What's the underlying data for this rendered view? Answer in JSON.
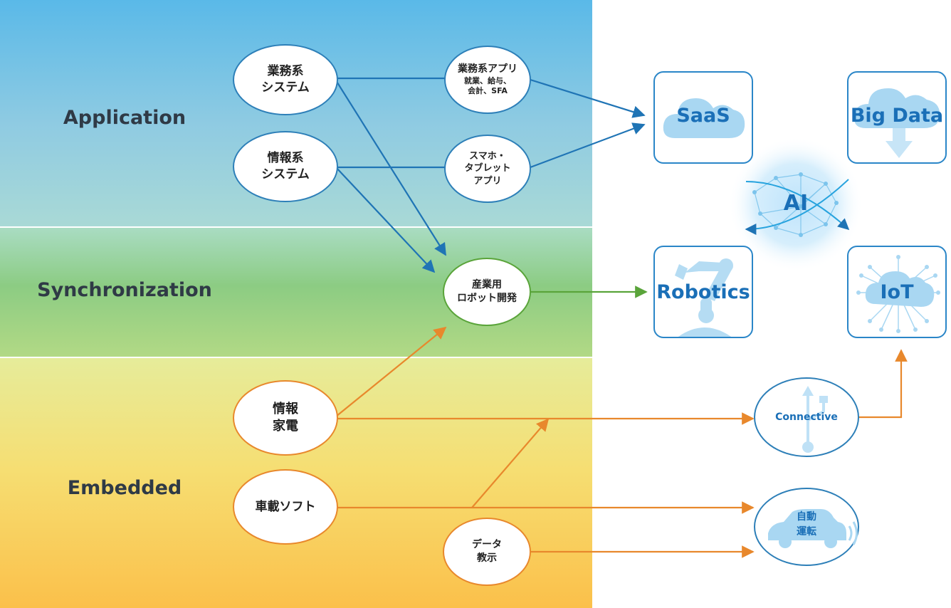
{
  "bands": {
    "application": "Application",
    "synchronization": "Synchronization",
    "embedded": "Embedded"
  },
  "nodes": {
    "gyomu_system": [
      "業務系",
      "システム"
    ],
    "joho_system": [
      "情報系",
      "システム"
    ],
    "gyomu_app": {
      "title": "業務系アプリ",
      "sub": [
        "就業、給与、",
        "会計、SFA"
      ]
    },
    "smartphone_app": [
      "スマホ・",
      "タブレット",
      "アプリ"
    ],
    "robot_dev": [
      "産業用",
      "ロボット開発"
    ],
    "joho_kaden": [
      "情報",
      "家電"
    ],
    "shasai_soft": [
      "車載ソフト"
    ],
    "data_kyoji": [
      "データ",
      "教示"
    ],
    "connective": "Connective",
    "jidou_unten": [
      "自動",
      "運転"
    ]
  },
  "tiles": {
    "saas": "SaaS",
    "big_data": "Big Data",
    "robotics": "Robotics",
    "iot": "IoT",
    "ai": "AI"
  },
  "colors": {
    "blue_arrow": "#1f74b5",
    "green_arrow": "#5aa43a",
    "orange_arrow": "#e8882c",
    "tile_border": "#2a86c8",
    "tile_text": "#1a6fb7"
  }
}
